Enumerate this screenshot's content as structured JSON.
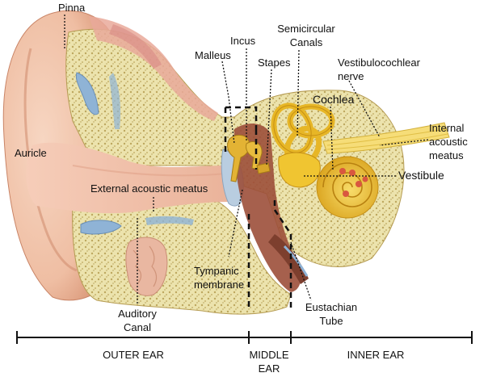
{
  "labels": {
    "pinna": "Pinna",
    "incus": "Incus",
    "malleus": "Malleus",
    "stapes": "Stapes",
    "semicircular_1": "Semicircular",
    "semicircular_2": "Canals",
    "vestibulocochlear_1": "Vestibulocochlear",
    "vestibulocochlear_2": "nerve",
    "cochlea": "Cochlea",
    "internal_1": "Internal",
    "internal_2": "acoustic",
    "internal_3": "meatus",
    "vestibule": "Vestibule",
    "auricle": "Auricle",
    "external_acoustic_meatus": "External acoustic meatus",
    "tympanic_1": "Tympanic",
    "tympanic_2": "membrane",
    "auditory_1": "Auditory",
    "auditory_2": "Canal",
    "eustachian_1": "Eustachian",
    "eustachian_2": "Tube"
  },
  "sections": {
    "outer": "OUTER EAR",
    "middle_1": "MIDDLE",
    "middle_2": "EAR",
    "inner": "INNER EAR"
  },
  "colors": {
    "skin": "#f2c3a8",
    "skin_dark": "#d9906f",
    "bone": "#e9dfa6",
    "bone_dot": "#b9a35c",
    "canal": "#f3cbbb",
    "ossicle": "#e3b334",
    "cochlea": "#f0c531",
    "muscle": "#9c4f3a",
    "nerve": "#f6dd78",
    "blue": "#8fb3d6",
    "line": "#111111"
  }
}
